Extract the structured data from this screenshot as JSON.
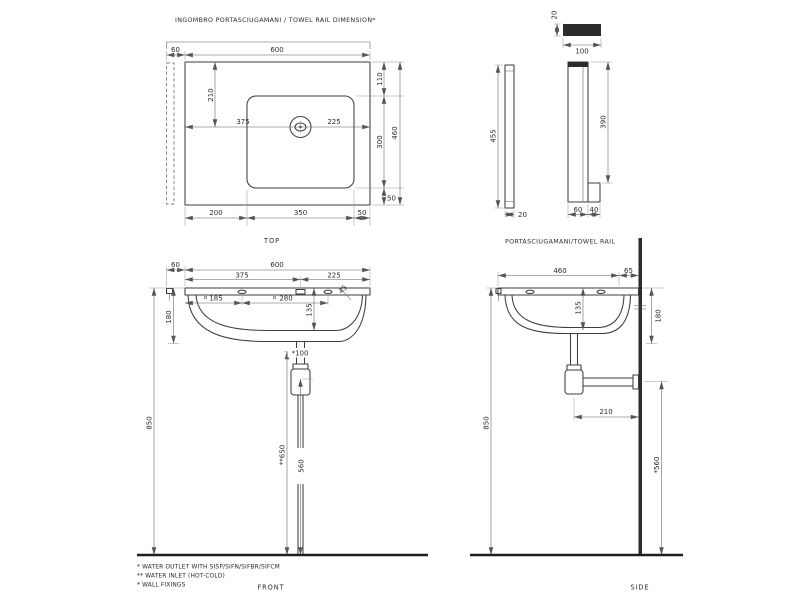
{
  "meta": {
    "title": "INGOMBRO PORTASCIUGAMANI / TOWEL RAIL DIMENSION*"
  },
  "views": {
    "top": {
      "label": "TOP",
      "dims": {
        "rail_offset": "60",
        "width": "600",
        "tap_from_top": "210",
        "tap_from_left": "375",
        "tap_from_right": "225",
        "right_upper": "110",
        "right_mid": "300",
        "right_lower": "50",
        "depth": "460",
        "bottom_left": "200",
        "bottom_mid": "350",
        "bottom_right": "50"
      }
    },
    "rail": {
      "label": "PORTASCIUGAMANI/TOWEL RAIL",
      "dims": {
        "bar_thickness": "20",
        "bar_width": "100",
        "left_height": "455",
        "left_thickness": "20",
        "right_height": "390",
        "foot_main": "60",
        "foot_step": "40"
      }
    },
    "front": {
      "label": "FRONT",
      "dims": {
        "rail_offset": "60",
        "width": "600",
        "tap_from_left": "375",
        "tap_from_right": "225",
        "fixing_left": "185",
        "fixing_span": "280",
        "bowl_depth": "135",
        "corner": "45",
        "edge_height": "180",
        "outlet_drop": "*100",
        "rim_height": "850",
        "inlet_height": "**650",
        "outlet_height": "560"
      }
    },
    "side": {
      "label": "SIDE",
      "dims": {
        "depth": "460",
        "wall_offset": "65",
        "bowl_depth": "135",
        "edge_height": "180",
        "rim_height": "850",
        "trap_to_wall": "210",
        "outlet_height": "*560"
      }
    }
  },
  "footnotes": [
    "*  WATER OUTLET WITH SISP/SIFN/SIFBR/SIFCM",
    "** WATER INLET  (HOT-COLD)",
    "*  WALL FIXINGS"
  ],
  "colors": {
    "line": "#3d3d3d",
    "dimension": "#5a5a5a",
    "text": "#2b2b2b",
    "solid_fill": "#2c2c2c",
    "background": "#ffffff"
  }
}
